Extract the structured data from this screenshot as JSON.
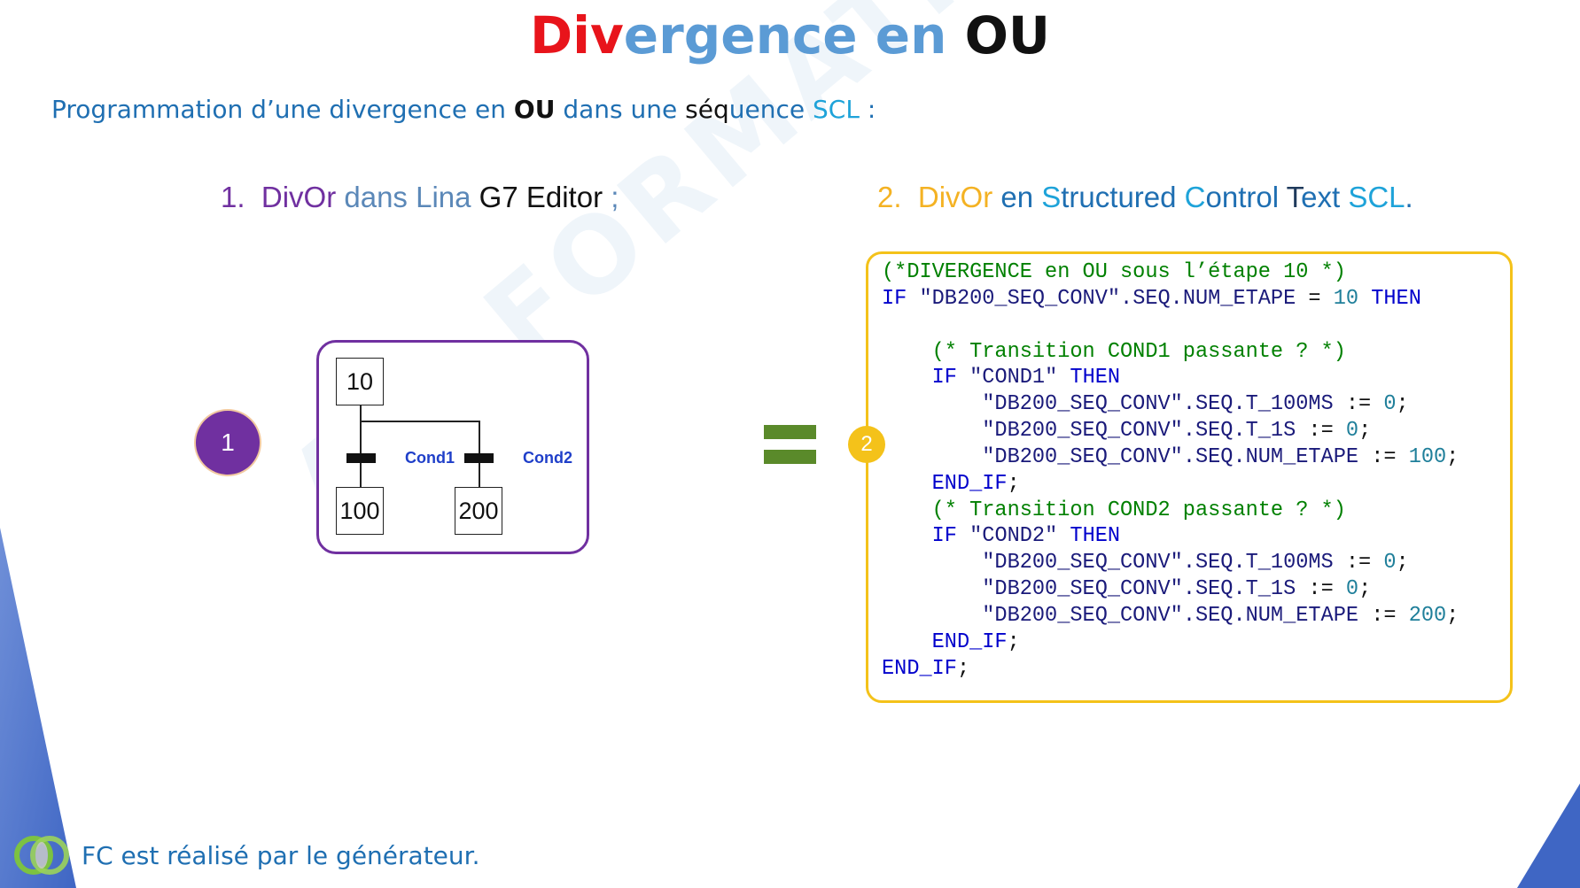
{
  "title": {
    "part1": "Div",
    "part2": "ergence",
    "part3": " en ",
    "part4": "OU"
  },
  "subtitle": {
    "seg1": "Programmation d’une divergence en ",
    "seg2": "OU",
    "seg3": " dans une ",
    "seg4": "séq",
    "seg5": "uence ",
    "seg6": "SCL",
    "seg7": " :"
  },
  "item1": {
    "num": "1.",
    "w1": "DivOr",
    "w2": " dans Lina ",
    "w3": "G7 Editor",
    "w4": " ;"
  },
  "item2": {
    "num": "2.",
    "w1": "DivOr",
    "w2": " en ",
    "w3": "S",
    "w4": "tructured ",
    "w5": "C",
    "w6": "ontrol ",
    "w7": "T",
    "w8": "ext ",
    "w9": "SCL",
    "w10": "."
  },
  "watermark": "AEI FORMATION OUEST",
  "badge1": "1",
  "badge2": "2",
  "grafcet": {
    "step_top": "10",
    "step_left": "100",
    "step_right": "200",
    "cond1": "Cond1",
    "cond2": "Cond2"
  },
  "code": {
    "l1": "(*DIVERGENCE en OU sous l’étape 10 *)",
    "l2_kw": "IF ",
    "l2_st": "\"DB200_SEQ_CONV\"",
    "l2_rest": ".SEQ.NUM_ETAPE ",
    "l2_op": "= ",
    "l2_num": "10",
    "l2_then": " THEN",
    "l4": "    (* Transition COND1 passante ? *)",
    "l5_kw": "    IF ",
    "l5_st": "\"COND1\"",
    "l5_then": " THEN",
    "l6_st": "        \"DB200_SEQ_CONV\"",
    "l6_rest": ".SEQ.T_100MS ",
    "l6_op": ":= ",
    "l6_num": "0",
    "l6_end": ";",
    "l7_st": "        \"DB200_SEQ_CONV\"",
    "l7_rest": ".SEQ.T_1S ",
    "l7_op": ":= ",
    "l7_num": "0",
    "l7_end": ";",
    "l8_st": "        \"DB200_SEQ_CONV\"",
    "l8_rest": ".SEQ.NUM_ETAPE ",
    "l8_op": ":= ",
    "l8_num": "100",
    "l8_end": ";",
    "l9_kw": "    END_IF",
    "l9_end": ";",
    "l10": "    (* Transition COND2 passante ? *)",
    "l11_kw": "    IF ",
    "l11_st": "\"COND2\"",
    "l11_then": " THEN",
    "l12_st": "        \"DB200_SEQ_CONV\"",
    "l12_rest": ".SEQ.T_100MS ",
    "l12_op": ":= ",
    "l12_num": "0",
    "l12_end": ";",
    "l13_st": "        \"DB200_SEQ_CONV\"",
    "l13_rest": ".SEQ.T_1S ",
    "l13_op": ":= ",
    "l13_num": "0",
    "l13_end": ";",
    "l14_st": "        \"DB200_SEQ_CONV\"",
    "l14_rest": ".SEQ.NUM_ETAPE ",
    "l14_op": ":= ",
    "l14_num": "200",
    "l14_end": ";",
    "l15_kw": "    END_IF",
    "l15_end": ";",
    "l16_kw": "END_IF",
    "l16_end": ";"
  },
  "footer": "FC est réalisé par le générateur.",
  "colors": {
    "title_red": "#e8141b",
    "title_blue": "#5b9bd5",
    "title_black": "#111111",
    "subtitle_blue": "#1f6fb2",
    "accent_cyan": "#1ea3d9",
    "purple": "#7030a0",
    "gray_blue": "#5b88b8",
    "orange": "#f4b223",
    "green_equals": "#5a8a2a",
    "slide_triangle": "#4a72c8"
  }
}
